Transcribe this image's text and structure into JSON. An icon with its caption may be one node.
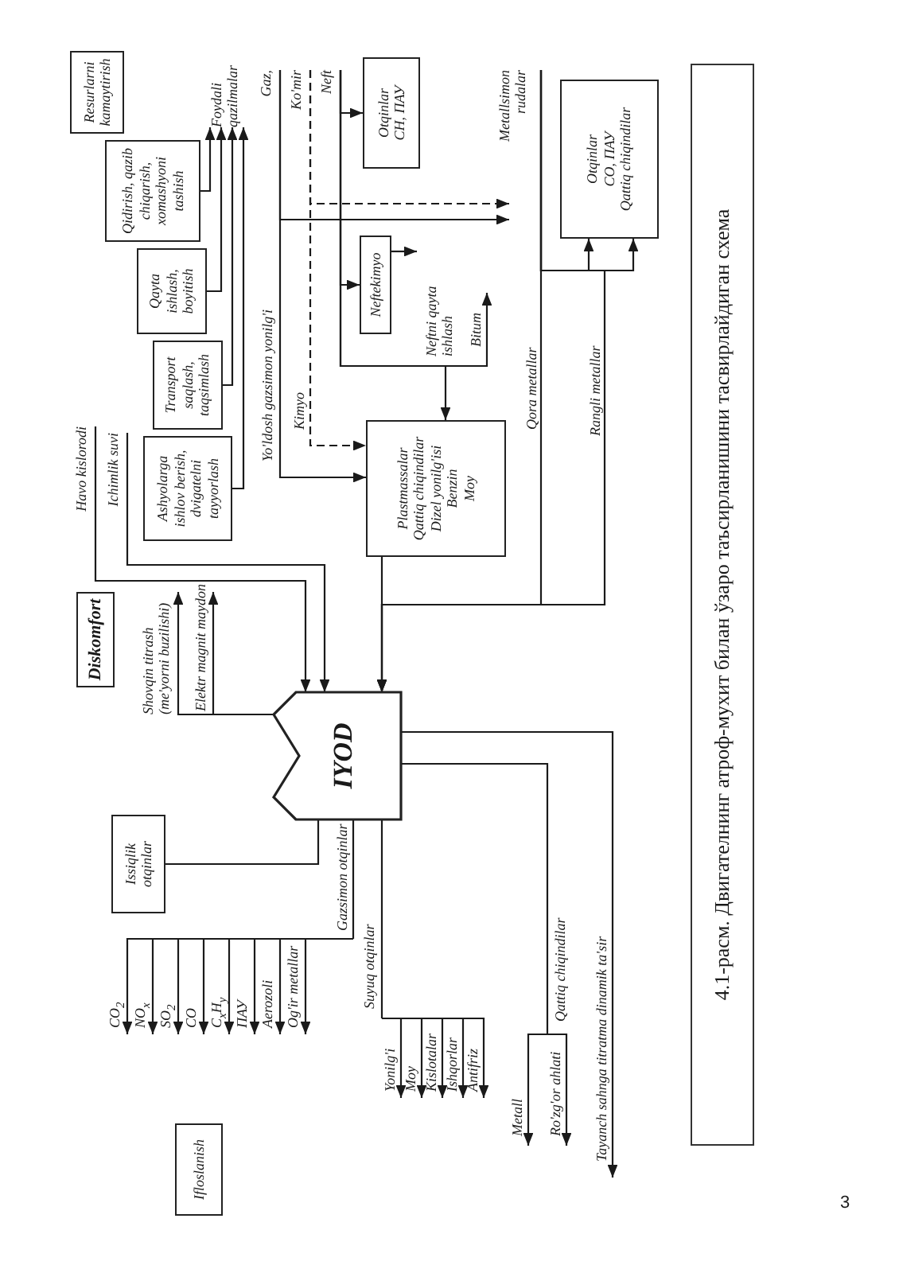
{
  "diagram": {
    "caption": "4.1-расм. Двигателнинг атроф-мухит билан ўзаро таъсирланишини тасвирлайдиган схема",
    "nodes": [
      {
        "text": [
          "Resurlarni kamaytirish"
        ]
      },
      {
        "text": [
          "Qidirish, qazib chiqarish, xomashyoni tashish"
        ]
      },
      {
        "text": [
          "Qayta ishlash, boyitish"
        ]
      },
      {
        "text": [
          "Transport saqlash, taqsimlash"
        ]
      },
      {
        "text": [
          "Ashyolarga ishlov berish, dvigatelni tayyorlash"
        ]
      },
      {
        "text": [
          "Foydali qazilmalar"
        ]
      },
      {
        "text": [
          "Gaz,"
        ]
      },
      {
        "text": [
          "Ko'mir"
        ]
      },
      {
        "text": [
          "Neft"
        ]
      },
      {
        "text": [
          "Neftekimyo"
        ]
      },
      {
        "text": [
          "Otqinlar",
          "CH, ПАУ"
        ]
      },
      {
        "text": [
          "Plastmassalar",
          "Qattiq chiqindilar",
          "Dizel yonilg'isi",
          "Benzin",
          "Moy"
        ]
      },
      {
        "text": [
          "Metallsimon rudalar"
        ]
      },
      {
        "text": [
          "Otqinlar",
          "CO, ПАУ",
          "Qattiq chiqindilar"
        ]
      },
      {
        "text": [
          "Havo kislorodi"
        ]
      },
      {
        "text": [
          "Ichimlik suvi"
        ]
      },
      {
        "text": [
          "IYOD"
        ]
      },
      {
        "text": [
          "Diskomfort"
        ]
      },
      {
        "text": [
          "Issiqlik otqinlar"
        ]
      },
      {
        "text": [
          "Ifloslanish"
        ]
      }
    ],
    "edges": [
      {
        "from": 1,
        "to": 5,
        "arrow": "to"
      },
      {
        "from": 2,
        "to": 5,
        "arrow": "to"
      },
      {
        "from": 3,
        "to": 5,
        "arrow": "to"
      },
      {
        "from": 4,
        "to": 5,
        "arrow": "to"
      },
      {
        "from": 6,
        "to": 11,
        "arrow": "to",
        "label": "Yo'ldosh gazsimon yonilg'i"
      },
      {
        "from": 6,
        "to": null,
        "arrow": "to"
      },
      {
        "from": 7,
        "to": 11,
        "arrow": "to",
        "style": "dashed",
        "label": "Kimyo"
      },
      {
        "from": 7,
        "to": null,
        "arrow": "to",
        "style": "dashed"
      },
      {
        "from": 8,
        "to": 9,
        "arrow": "to"
      },
      {
        "from": 9,
        "to": null,
        "arrow": "to"
      },
      {
        "from": 8,
        "to": 11,
        "arrow": "to",
        "label": "Neftni qayta ishlash"
      },
      {
        "from": 8,
        "to": 10,
        "arrow": "to"
      },
      {
        "from": 8,
        "to": null,
        "arrow": "to",
        "label": "Bitum"
      },
      {
        "from": 12,
        "to": 16,
        "arrow": "to",
        "label": "Qora metallar"
      },
      {
        "from": 12,
        "to": 16,
        "arrow": "to",
        "label": "Rangli metallar"
      },
      {
        "from": 12,
        "to": 13,
        "arrow": "to"
      },
      {
        "from": 12,
        "to": 13,
        "arrow": "to"
      },
      {
        "from": 11,
        "to": 16,
        "arrow": "to"
      },
      {
        "from": 14,
        "to": 16,
        "arrow": "to"
      },
      {
        "from": 15,
        "to": 16,
        "arrow": "to"
      },
      {
        "from": 16,
        "to": null,
        "arrow": "to",
        "label": "Shovqin titrash (me'yorni buzilishi)"
      },
      {
        "from": 16,
        "to": null,
        "arrow": "to",
        "label": "Elektr magnit maydon"
      },
      {
        "from": 16,
        "to": 18,
        "arrow": "none"
      },
      {
        "from": 16,
        "to": null,
        "arrow": "to",
        "label": "CO$_{2}$"
      },
      {
        "from": 16,
        "to": null,
        "arrow": "to",
        "label": "NO$_{x}$"
      },
      {
        "from": 16,
        "to": null,
        "arrow": "to",
        "label": "SO$_{2}$"
      },
      {
        "from": 16,
        "to": null,
        "arrow": "to",
        "label": "CO"
      },
      {
        "from": 16,
        "to": null,
        "arrow": "to",
        "label": "C$_{x}$H$_{y}$"
      },
      {
        "from": 16,
        "to": null,
        "arrow": "to",
        "label": "ПАУ"
      },
      {
        "from": 16,
        "to": null,
        "arrow": "to",
        "label": "Aerozoli"
      },
      {
        "from": 16,
        "to": null,
        "arrow": "to",
        "label": "Og'ir metallar"
      },
      {
        "from": 16,
        "to": null,
        "arrow": "to",
        "label": "Yonilg'i"
      },
      {
        "from": 16,
        "to": null,
        "arrow": "to",
        "label": "Moy"
      },
      {
        "from": 16,
        "to": null,
        "arrow": "to",
        "label": "Kislotalar"
      },
      {
        "from": 16,
        "to": null,
        "arrow": "to",
        "label": "Ishqorlar"
      },
      {
        "from": 16,
        "to": null,
        "arrow": "to",
        "label": "Antifriz"
      },
      {
        "from": 16,
        "to": null,
        "arrow": "to",
        "label": "Metall"
      },
      {
        "from": 16,
        "to": null,
        "arrow": "to",
        "label": "Ro'zg'or ahlati"
      },
      {
        "from": 16,
        "to": null,
        "arrow": "to",
        "label": "Tayanch sahnga titratma dinamik ta'sir"
      }
    ],
    "labels": [
      "Gazsimon otqinlar",
      "Suyuq otqinlar",
      "Qattiq chiqindilar",
      "3"
    ]
  }
}
